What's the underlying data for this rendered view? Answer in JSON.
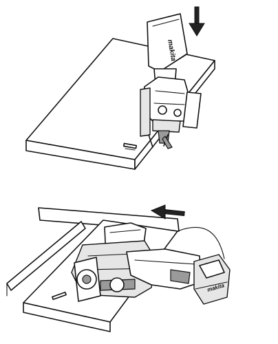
{
  "brand": {
    "label_top": "makita",
    "label_bottom": "makita"
  },
  "figures": [
    {
      "id": "top",
      "arrow_direction": "down"
    },
    {
      "id": "bottom",
      "arrow_direction": "left"
    }
  ],
  "colors": {
    "line": "#111111",
    "shade_light": "#e6e6e6",
    "shade_dark": "#9a9a9a",
    "background": "#ffffff"
  },
  "icons": [
    "arrow-down-icon",
    "arrow-left-icon"
  ]
}
